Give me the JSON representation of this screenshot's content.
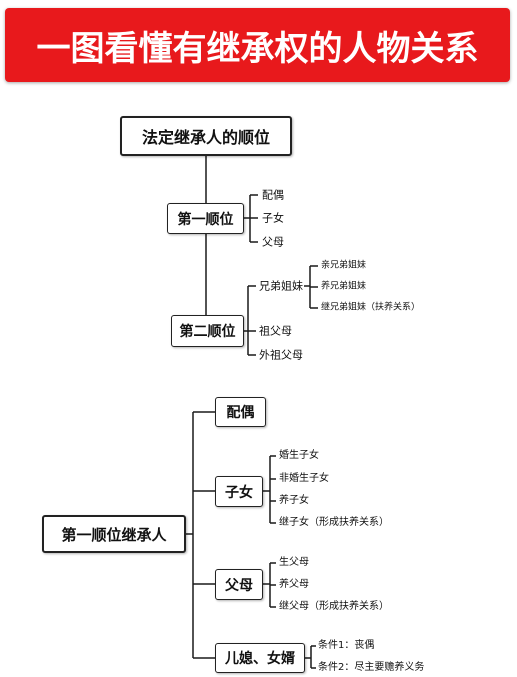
{
  "banner": {
    "title": "一图看懂有继承权的人物关系"
  },
  "diagram1": {
    "root": "法定继承人的顺位",
    "first_order": {
      "label": "第一顺位",
      "items": [
        "配偶",
        "子女",
        "父母"
      ]
    },
    "second_order": {
      "label": "第二顺位",
      "siblings": {
        "label": "兄弟姐妹",
        "items": [
          "亲兄弟姐妹",
          "养兄弟姐妹",
          "继兄弟姐妹（扶养关系）"
        ]
      },
      "items": [
        "祖父母",
        "外祖父母"
      ]
    }
  },
  "diagram2": {
    "root": "第一顺位继承人",
    "spouse": {
      "label": "配偶"
    },
    "children": {
      "label": "子女",
      "items": [
        "婚生子女",
        "非婚生子女",
        "养子女",
        "继子女（形成扶养关系）"
      ]
    },
    "parents": {
      "label": "父母",
      "items": [
        "生父母",
        "养父母",
        "继父母（形成扶养关系）"
      ]
    },
    "in_laws": {
      "label": "儿媳、女婿",
      "items": [
        "条件1：丧偶",
        "条件2：尽主要赡养义务"
      ]
    }
  },
  "colors": {
    "banner": "#e8191c",
    "banner_text": "#ffffff",
    "line": "#1a1a1a"
  }
}
